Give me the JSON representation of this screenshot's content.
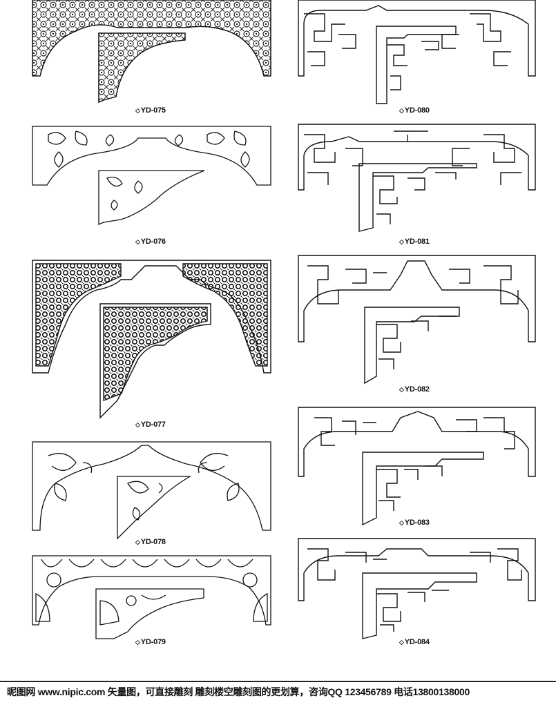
{
  "colors": {
    "line": "#111111",
    "background": "#ffffff",
    "pattern": "#222222"
  },
  "panels": [
    {
      "code": "YD-075",
      "style": "floral-scroll"
    },
    {
      "code": "YD-076",
      "style": "leaf-scroll"
    },
    {
      "code": "YD-077",
      "style": "dense-floral"
    },
    {
      "code": "YD-078",
      "style": "cloud-scroll"
    },
    {
      "code": "YD-079",
      "style": "arch-circles"
    },
    {
      "code": "YD-080",
      "style": "fret-lattice"
    },
    {
      "code": "YD-081",
      "style": "fret-lattice"
    },
    {
      "code": "YD-082",
      "style": "fret-lattice"
    },
    {
      "code": "YD-083",
      "style": "fret-lattice"
    },
    {
      "code": "YD-084",
      "style": "fret-lattice"
    }
  ],
  "footer": {
    "text": "昵图网 www.nipic.com 矢量图，可直接雕刻 雕刻楼空雕刻图的更划算，咨询QQ 123456789 电话13800138000"
  }
}
